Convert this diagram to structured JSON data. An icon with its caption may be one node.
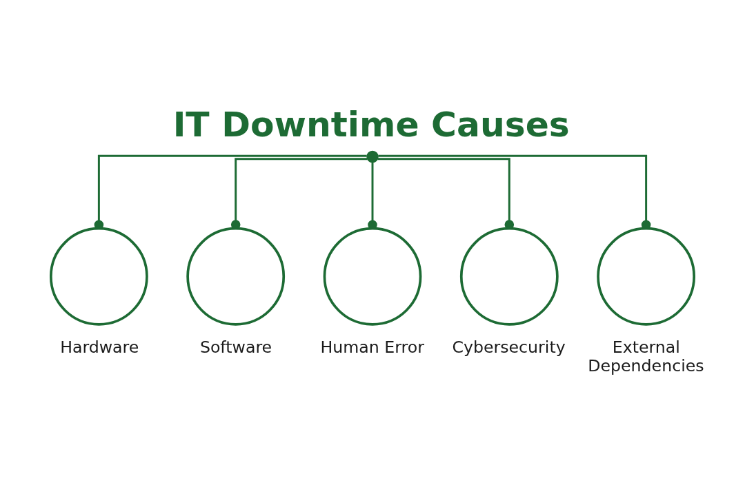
{
  "diagram": {
    "title": "IT Downtime Causes",
    "nodes": [
      {
        "text": [],
        "shape": "circle"
      },
      {
        "text": [
          "Hardware"
        ]
      },
      {
        "text": [
          "Software"
        ]
      },
      {
        "text": [
          "Human Error"
        ]
      },
      {
        "text": [
          "Cybersecurity"
        ]
      },
      {
        "text": [
          "External Dependencies"
        ]
      }
    ],
    "edges": [
      {
        "from": 0,
        "to": 1,
        "arrow": "other"
      },
      {
        "from": 0,
        "to": 2,
        "arrow": "other"
      },
      {
        "from": 0,
        "to": 3,
        "arrow": "other"
      },
      {
        "from": 0,
        "to": 4,
        "arrow": "other"
      },
      {
        "from": 0,
        "to": 5,
        "arrow": "other"
      }
    ]
  }
}
